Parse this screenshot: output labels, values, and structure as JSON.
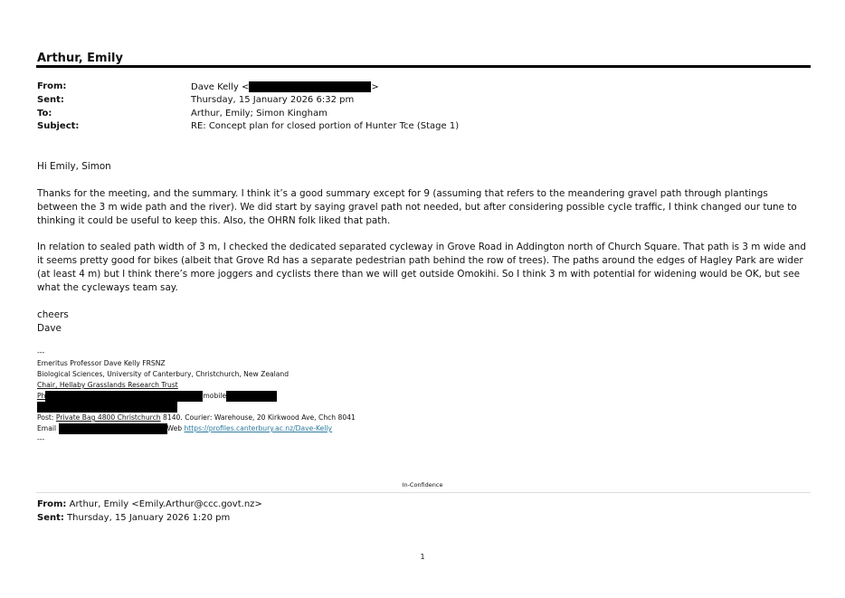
{
  "title": "Arthur, Emily",
  "header": {
    "from_label": "From:",
    "from": "Dave Kelly <",
    "from_end": ">",
    "sent_label": "Sent:",
    "sent": "Thursday, 15 January 2026 6:32 pm",
    "to_label": "To:",
    "to": "Arthur, Emily; Simon Kingham",
    "subject_label": "Subject:",
    "subject": "RE: Concept plan for closed portion of Hunter Tce (Stage 1)"
  },
  "body": {
    "greeting": "Hi Emily, Simon",
    "p1": "Thanks for the meeting, and the summary. I think it’s a good summary except for 9 (assuming that refers to the meandering gravel path through plantings between the 3 m wide path and the river). We did start by saying gravel path not needed, but after considering possible cycle traffic, I think changed our tune to thinking it could be useful to keep this. Also, the OHRN folk liked that path.",
    "p2": "In relation to sealed path width of 3 m, I checked the dedicated separated cycleway in Grove Road in Addington north of Church Square. That path is 3 m wide and it seems pretty good for bikes (albeit that Grove Rd has a separate pedestrian path behind the row of trees). The paths around the edges of Hagley Park are wider (at least 4 m) but I think there’s more joggers and cyclists there than we will get outside Omokihi. So I think 3 m with potential for widening would be OK, but see what the cycleways team say.",
    "closing": "cheers",
    "name": "Dave"
  },
  "signature": {
    "dash": "---",
    "line1": "Emeritus Professor Dave Kelly FRSNZ",
    "line2": "Biological Sciences, University of Canterbury, Christchurch, New Zealand",
    "line3": "Chair, Hellaby Grasslands Research Trust",
    "ph": "Ph",
    "mobile": "mobile",
    "post_label": "Post: ",
    "post": "Private Bag 4800  Christchurch",
    "post_rest": " 8140. Courier: Warehouse, 20 Kirkwood Ave, Chch 8041",
    "email": "Email",
    "web": "Web ",
    "url": "https://profiles.canterbury.ac.nz/Dave-Kelly",
    "dash2": "---"
  },
  "footer": {
    "classification": "In-Confidence",
    "prev_from_label": "From:",
    "prev_from": " Arthur, Emily <Emily.Arthur@ccc.govt.nz>",
    "prev_sent_label": "Sent:",
    "prev_sent": " Thursday, 15 January 2026 1:20 pm",
    "page": "1"
  }
}
